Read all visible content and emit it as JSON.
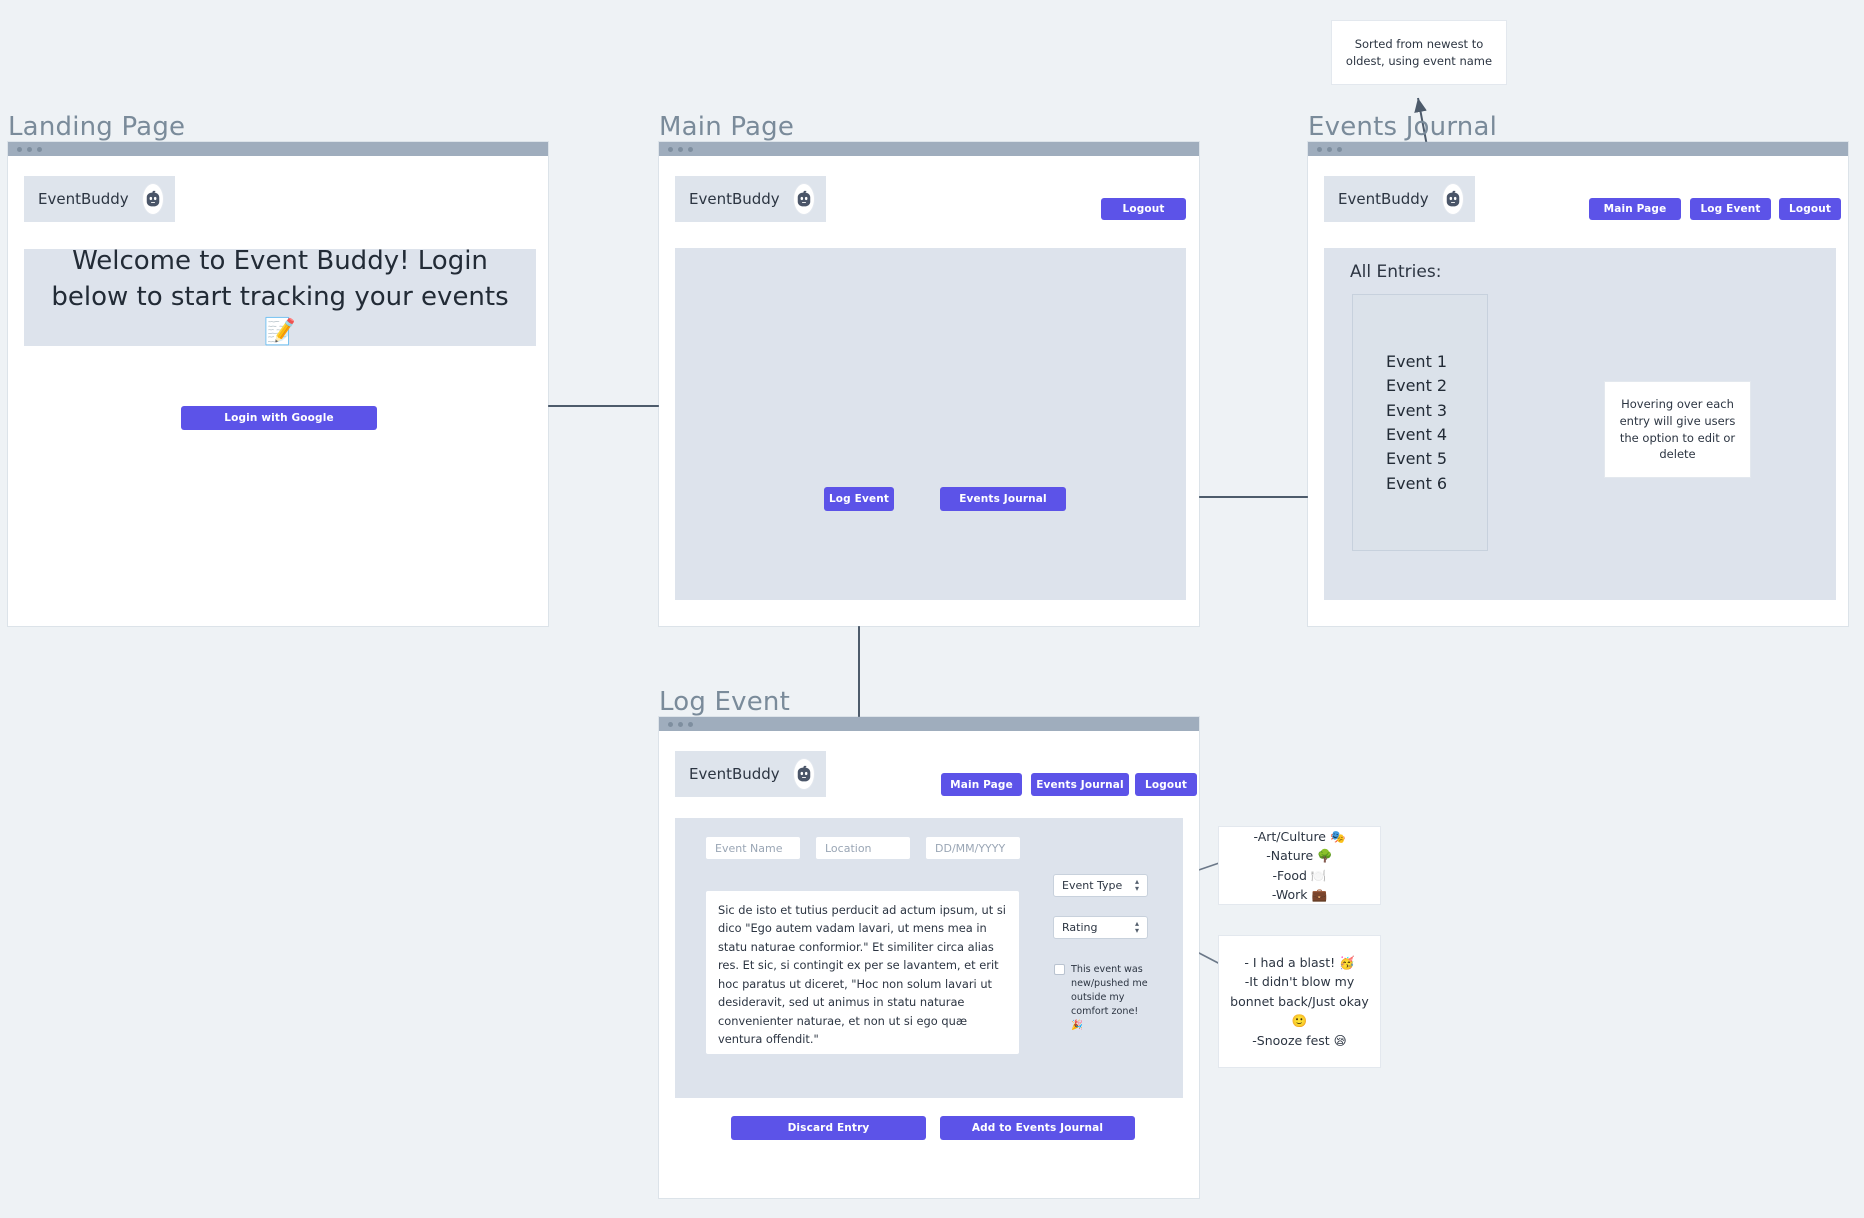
{
  "brand": {
    "name": "EventBuddy",
    "icon": "robot-icon"
  },
  "sections": {
    "landing": {
      "title": "Landing Page"
    },
    "main": {
      "title": "Main Page"
    },
    "journal": {
      "title": "Events Journal"
    },
    "log": {
      "title": "Log Event"
    }
  },
  "landing": {
    "hero_text": "Welcome to Event Buddy! Login below to start tracking your events 📝",
    "login_button": "Login with Google"
  },
  "main_page": {
    "logout_button": "Logout",
    "log_event_button": "Log Event",
    "events_journal_button": "Events Journal"
  },
  "journal_page": {
    "nav": [
      "Main Page",
      "Log Event",
      "Logout"
    ],
    "entries_label": "All Entries:",
    "entries": [
      "Event 1",
      "Event 2",
      "Event 3",
      "Event 4",
      "Event 5",
      "Event 6"
    ]
  },
  "log_page": {
    "nav": [
      "Main Page",
      "Events Journal",
      "Logout"
    ],
    "fields": {
      "event_name_placeholder": "Event Name",
      "location_placeholder": "Location",
      "date_placeholder": "DD/MM/YYYY"
    },
    "description_value": "Sic de isto et tutius perducit ad actum ipsum, ut si dico \"Ego autem vadam lavari, ut mens mea in statu naturae conformior.\" Et similiter circa alias res. Et sic, si contingit ex per se lavantem, et erit hoc paratus ut diceret, \"Hoc non solum lavari ut desideravit, sed ut animus in statu naturae convenienter naturae, et non ut si ego quæ ventura offendit.\"",
    "event_type_select": "Event Type",
    "rating_select": "Rating",
    "checkbox_label": "This event was new/pushed me outside my comfort zone! 🎉",
    "discard_button": "Discard Entry",
    "submit_button": "Add to Events Journal"
  },
  "annotations": {
    "sorting_note": "Sorted from newest to oldest, using event name",
    "hover_note": "Hovering over each entry will give users the option to edit or delete",
    "event_type_options": "-Art/Culture 🎭\n-Nature 🌳\n-Food 🍽️\n-Work 💼",
    "rating_options": "- I had a blast! 🥳\n-It didn't blow my bonnet back/Just okay 🙂\n-Snooze fest 😪"
  },
  "colors": {
    "accent": "#5c53e8",
    "page_bg": "#eef2f5",
    "panel": "#dde3ec",
    "titlebar": "#9fadbd",
    "title_text": "#7a8b9a",
    "body_text": "#2c3542",
    "arrow": "#4d5b6b"
  }
}
